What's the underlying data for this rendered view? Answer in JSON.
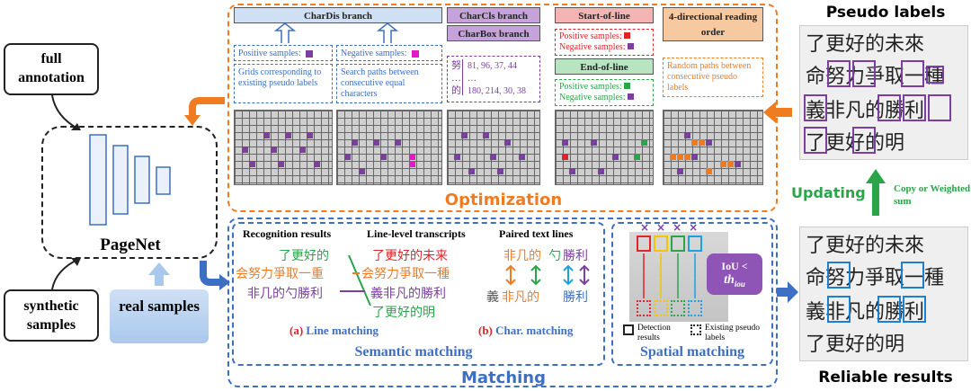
{
  "left": {
    "full_annotation": "full annotation",
    "synthetic_samples": "synthetic samples",
    "real_samples": "real samples",
    "model_name": "PageNet"
  },
  "optimization": {
    "title": "Optimization",
    "chardis": {
      "header": "CharDis branch",
      "pos_label": "Positive samples:",
      "neg_label": "Negative samples:",
      "pos_desc": "Grids corresponding to existing pseudo labels",
      "neg_desc": "Search paths between consecutive equal characters"
    },
    "charcls": {
      "header1": "CharCls branch",
      "header2": "CharBox branch",
      "chars": [
        "努",
        "…",
        "的"
      ],
      "rows": [
        "81, 96, 37, 44",
        "…",
        "180, 214, 30, 38"
      ]
    },
    "sol": {
      "header": "Start-of-line",
      "pos": "Positive samples:",
      "neg": "Negative samples:"
    },
    "eol": {
      "header": "End-of-line",
      "pos": "Positive samples:",
      "neg": "Negative samples:"
    },
    "read": {
      "header": "4-directional reading order",
      "desc": "Random paths between consecutive pseudo labels"
    }
  },
  "matching": {
    "title": "Matching",
    "semantic_title": "Semantic matching",
    "spatial_title": "Spatial matching",
    "recog_header": "Recognition results",
    "line_header": "Line-level transcripts",
    "paired_header": "Paired text lines",
    "recog_lines": [
      "了更好的",
      "会努力爭取一重",
      "非几的勺勝利"
    ],
    "line_lines": [
      "了更好的未来",
      "会努力爭取一種",
      "義非凡的勝利",
      "了更好的明"
    ],
    "paired_top": [
      "非几的",
      "勺",
      "勝利"
    ],
    "paired_bottom": [
      "義",
      "非凡的",
      "勝利"
    ],
    "caption_a_prefix": "(a)",
    "caption_a": "Line matching",
    "caption_b_prefix": "(b)",
    "caption_b": "Char. matching",
    "iou_text": "IoU <",
    "th_text": "th",
    "th_sub": "iou",
    "legend_detect": "Detection results",
    "legend_existing": "Existing pseudo labels"
  },
  "right": {
    "pseudo_title": "Pseudo labels",
    "reliable_title": "Reliable results",
    "updating": "Updating",
    "copy_or": "Copy or Weighted sum",
    "text_lines": [
      "了更好的未來",
      "命努力爭取一種",
      "義非凡的勝利",
      "了更好的明"
    ]
  },
  "colors": {
    "orange": "#f07c22",
    "blue": "#3d6fc4",
    "purple": "#7b3fa0",
    "green": "#2aa54a",
    "red": "#e0242b",
    "magenta": "#e418c8"
  }
}
